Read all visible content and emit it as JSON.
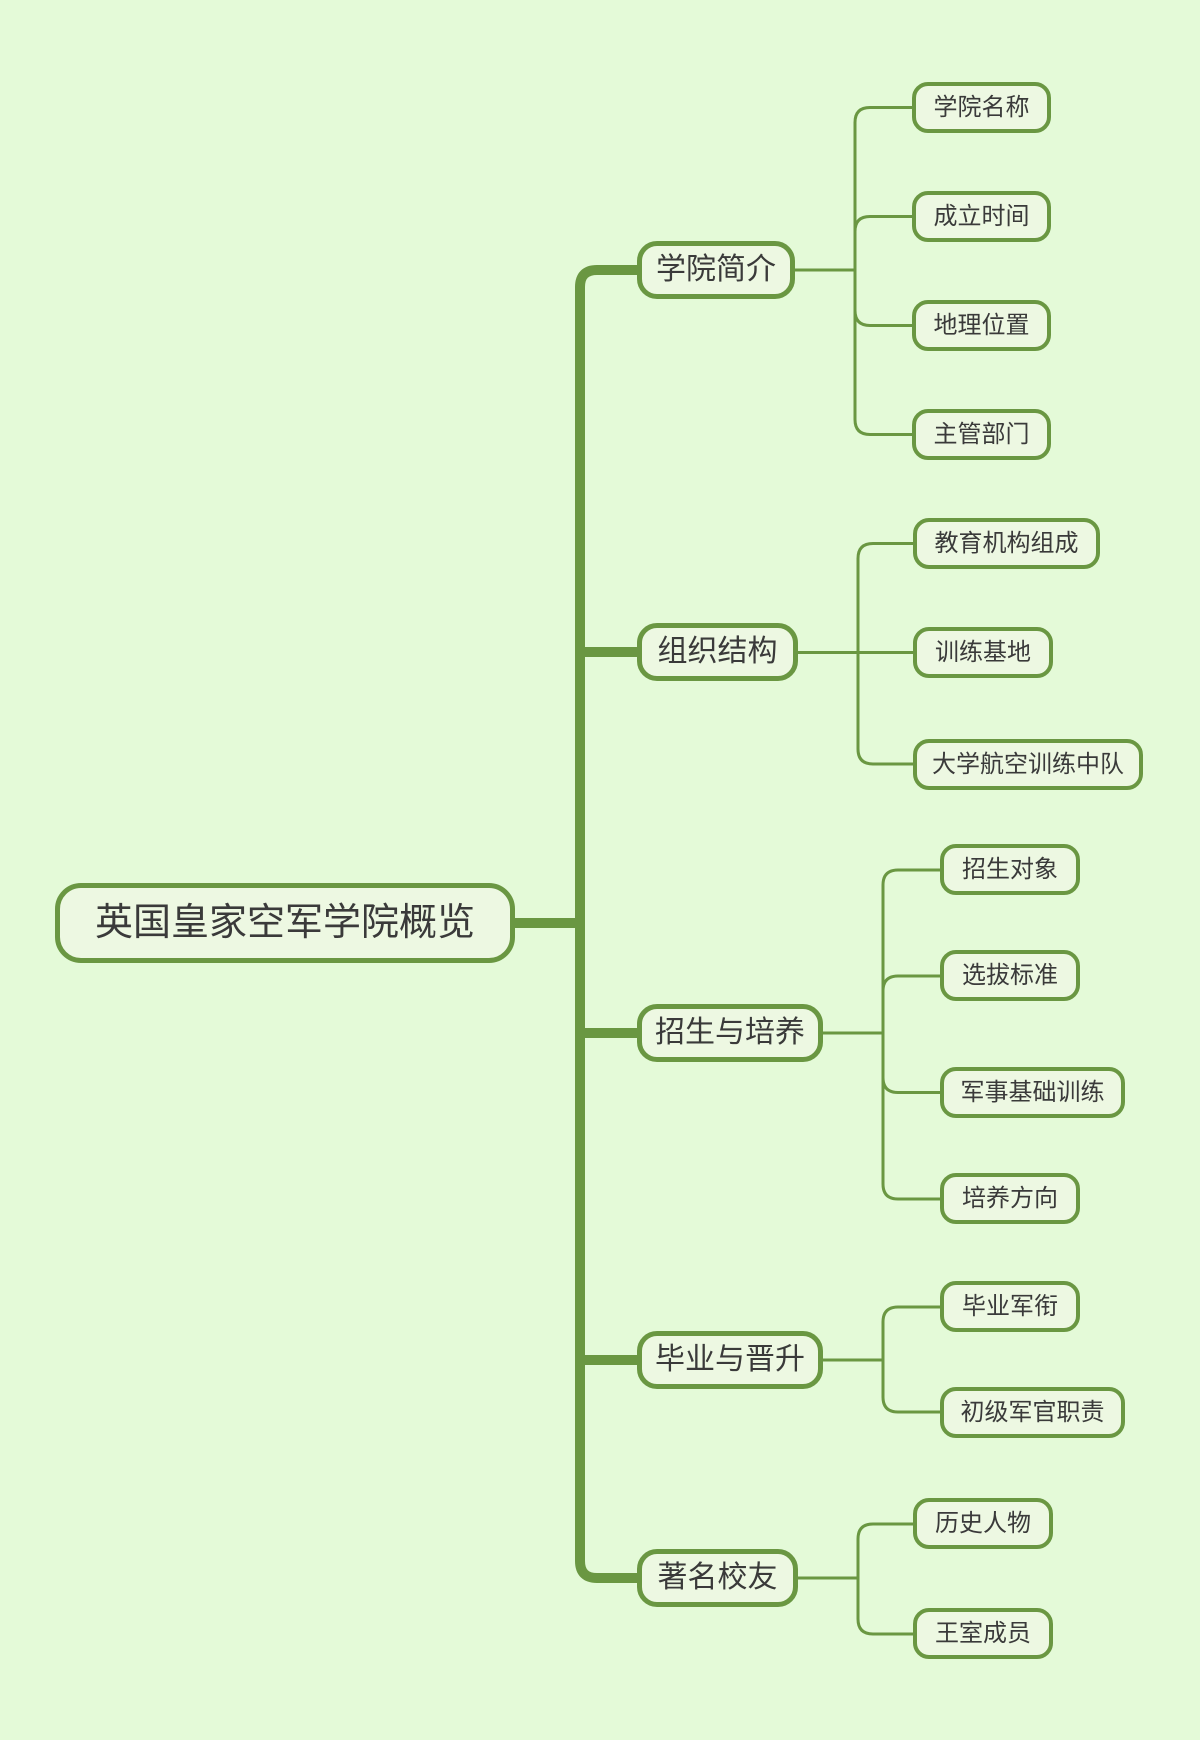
{
  "colors": {
    "background": "#e4fad8",
    "line": "#6a9742",
    "node_border": "#6a9742",
    "node_fill": "#edf8e2",
    "text": "#3a3a3a"
  },
  "root": {
    "label": "英国皇家空军学院概览"
  },
  "branches": [
    {
      "label": "学院简介",
      "children": [
        {
          "label": "学院名称"
        },
        {
          "label": "成立时间"
        },
        {
          "label": "地理位置"
        },
        {
          "label": "主管部门"
        }
      ]
    },
    {
      "label": "组织结构",
      "children": [
        {
          "label": "教育机构组成"
        },
        {
          "label": "训练基地"
        },
        {
          "label": "大学航空训练中队"
        }
      ]
    },
    {
      "label": "招生与培养",
      "children": [
        {
          "label": "招生对象"
        },
        {
          "label": "选拔标准"
        },
        {
          "label": "军事基础训练"
        },
        {
          "label": "培养方向"
        }
      ]
    },
    {
      "label": "毕业与晋升",
      "children": [
        {
          "label": "毕业军衔"
        },
        {
          "label": "初级军官职责"
        }
      ]
    },
    {
      "label": "著名校友",
      "children": [
        {
          "label": "历史人物"
        },
        {
          "label": "王室成员"
        }
      ]
    }
  ]
}
